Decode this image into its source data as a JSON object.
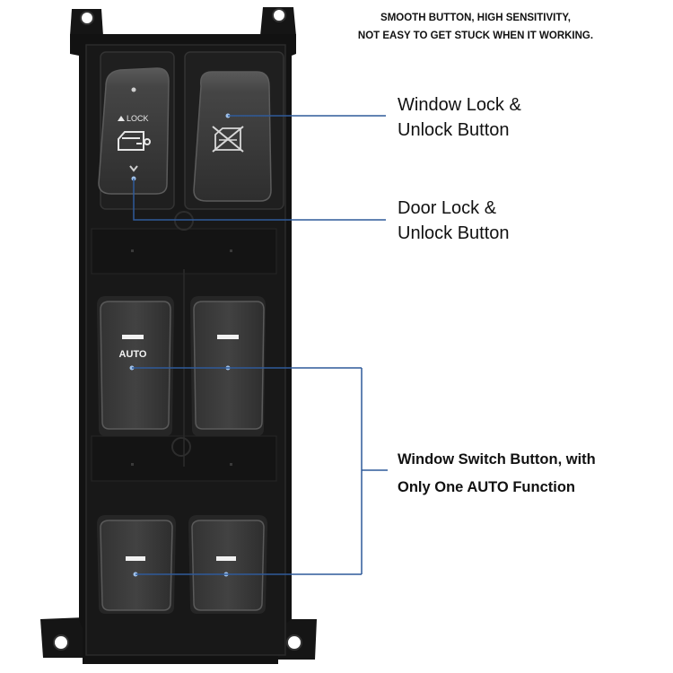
{
  "caption": {
    "line1": "SMOOTH BUTTON, HIGH SENSITIVITY,",
    "line2": "NOT EASY TO GET STUCK WHEN IT WORKING."
  },
  "callouts": {
    "window_lock": {
      "line1": "Window Lock &",
      "line2": "Unlock Button"
    },
    "door_lock": {
      "line1": "Door Lock &",
      "line2": "Unlock Button"
    },
    "window_switch": {
      "line1": "Window Switch Button, with",
      "line2": "Only One AUTO Function"
    }
  },
  "switch_labels": {
    "lock": "LOCK",
    "auto": "AUTO"
  },
  "icons": {
    "door_lock_icon": "door-with-key-icon",
    "window_lock_icon": "window-crossed-out-icon"
  },
  "colors": {
    "background": "#ffffff",
    "panel": "#121212",
    "button": "#3c3c3c",
    "callout_line": "#2f5a9a",
    "text": "#111111"
  }
}
